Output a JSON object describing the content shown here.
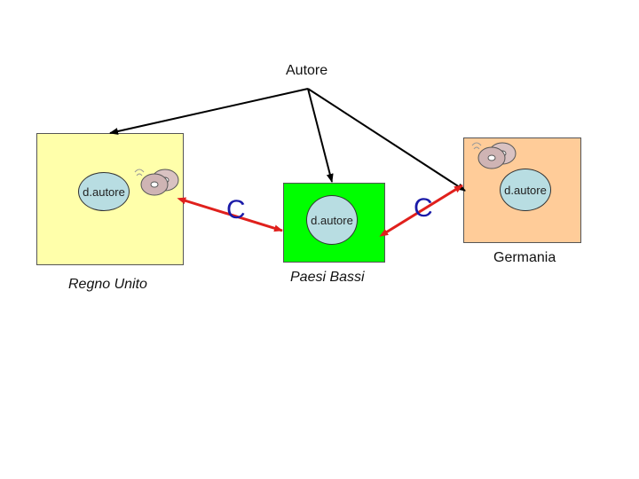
{
  "title": "Autore",
  "countries": [
    {
      "name": "Regno Unito",
      "fill": "#ffffaa",
      "oval_label": "d.autore"
    },
    {
      "name": "Paesi Bassi",
      "fill": "#00ff00",
      "oval_label": "d.autore"
    },
    {
      "name": "Germania",
      "fill": "#ffcc99",
      "oval_label": "d.autore"
    }
  ],
  "connectors": [
    "C",
    "C"
  ],
  "colors": {
    "arrow_black": "#000000",
    "arrow_red": "#e0201c",
    "oval": "#b8dde2",
    "c_letter": "#1a1aa8"
  },
  "icons": [
    "cd-discs-icon",
    "cd-discs-icon"
  ]
}
